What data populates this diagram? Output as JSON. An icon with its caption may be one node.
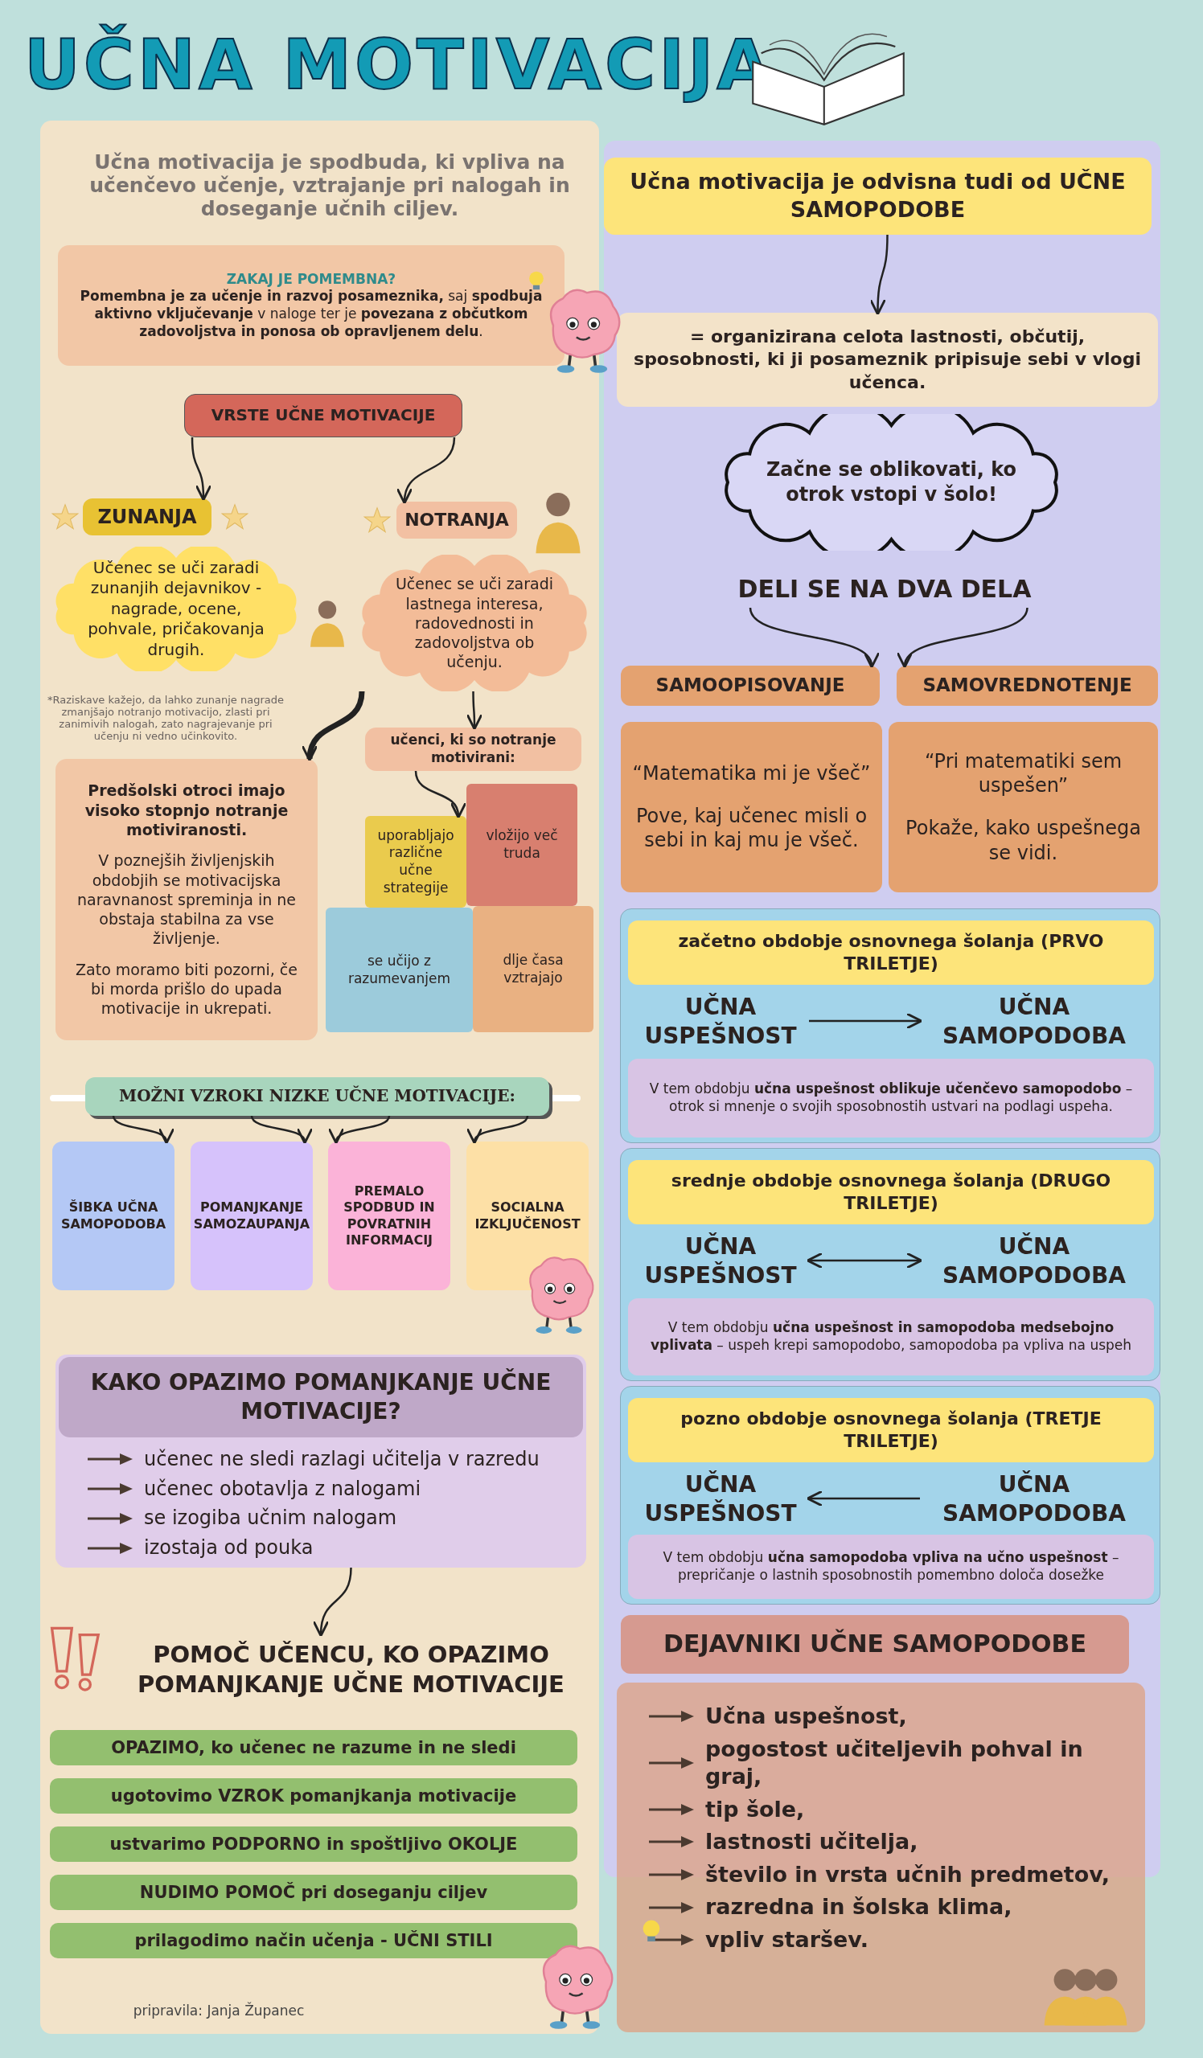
{
  "diagram": {
    "title": "UČNA MOTIVACIJA",
    "nodes": [
      {
        "text": [
          "ZAKAJ JE POMEMBNA?",
          "**Pomembna je za učenje in razvoj posameznika,** saj **spodbuja aktivno vključevanje** v naloge ter je **povezana z občutkom zadovoljstva in ponosa ob opravljenem delu**."
        ]
      },
      {
        "text": [
          "VRSTE UČNE MOTIVACIJE"
        ]
      },
      {
        "text": [
          "ZUNANJA"
        ]
      },
      {
        "text": [
          "NOTRANJA"
        ]
      },
      {
        "text": [
          "Učenec se uči zaradi zunanjih dejavnikov - nagrade, ocene, pohvale, pričakovanja drugih."
        ]
      },
      {
        "text": [
          "Učenec se uči zaradi lastnega interesa, radovednosti in zadovoljstva ob učenju."
        ]
      },
      {
        "text": [
          "učenci, ki so notranje motivirani:"
        ]
      },
      {
        "text": [
          "uporabljajo različne učne strategije"
        ]
      },
      {
        "text": [
          "vložijo več truda"
        ]
      },
      {
        "text": [
          "se učijo z razumevanjem"
        ]
      },
      {
        "text": [
          "dlje časa vztrajajo"
        ]
      },
      {
        "text": [
          "Predšolski otroci imajo visoko stopnjo notranje motiviranosti.",
          "V poznejših življenjskih obdobjih se motivacijska naravnanost spreminja in ne obstaja stabilna za vse življenje.",
          "Zato moramo biti pozorni, če bi morda prišlo do upada motivacije in ukrepati."
        ]
      },
      {
        "text": [
          "MOŽNI VZROKI NIZKE UČNE MOTIVACIJE:"
        ]
      },
      {
        "text": [
          "ŠIBKA UČNA SAMOPODOBA"
        ]
      },
      {
        "text": [
          "POMANJKANJE SAMOZAUPANJA"
        ]
      },
      {
        "text": [
          "PREMALO SPODBUD IN POVRATNIH INFORMACIJ"
        ]
      },
      {
        "text": [
          "SOCIALNA IZKLJUČENOST"
        ]
      },
      {
        "text": [
          "učenec ne sledi razlagi učitelja v razredu",
          "učenec obotavlja z nalogami",
          "se izogiba učnim nalogam",
          "izostaja od pouka"
        ]
      },
      {
        "text": [
          "KAKO OPAZIMO POMANJKANJE UČNE MOTIVACIJE?"
        ],
        "in": 17
      },
      {
        "text": [
          "POMOČ UČENCU, KO OPAZIMO POMANJKANJE UČNE MOTIVACIJE"
        ]
      },
      {
        "text": [
          "OPAZIMO, ko učenec ne razume in ne sledi"
        ]
      },
      {
        "text": [
          "ugotovimo VZROK pomanjkanja motivacije"
        ]
      },
      {
        "text": [
          "ustvarimo PODPORNO in spoštljivo OKOLJE"
        ]
      },
      {
        "text": [
          "NUDIMO POMOČ pri doseganju ciljev"
        ]
      },
      {
        "text": [
          "prilagodimo način učenja - UČNI STILI"
        ]
      },
      {
        "text": [
          "Učna motivacija je odvisna tudi od UČNE SAMOPODOBE"
        ]
      },
      {
        "text": [
          "= organizirana celota lastnosti, občutij, sposobnosti, ki ji posameznik pripisuje sebi v vlogi učenca."
        ]
      },
      {
        "text": [
          "Začne se oblikovati, ko otrok vstopi v šolo!"
        ]
      },
      {
        "text": [
          "DELI SE NA DVA DELA"
        ]
      },
      {
        "text": [
          "SAMOOPISOVANJE"
        ]
      },
      {
        "text": [
          "SAMOVREDNOTENJE"
        ]
      },
      {
        "text": [
          "“Matematika mi je všeč”",
          "Pove, kaj učenec misli o sebi in kaj mu je všeč."
        ]
      },
      {
        "text": [
          "“Pri matematiki sem uspešen”",
          "Pokaže, kako uspešnega se vidi."
        ]
      },
      {
        "text": [],
        "shape": "box"
      },
      {
        "text": [
          "začetno obdobje osnovnega šolanja (PRVO TRILETJE)"
        ],
        "in": 33
      },
      {
        "text": [
          "UČNA USPEŠNOST"
        ],
        "in": 33
      },
      {
        "text": [
          "UČNA SAMOPODOBA"
        ],
        "in": 33
      },
      {
        "text": [
          "V tem obdobju **učna uspešnost oblikuje učenčevo samopodobo** – otrok si mnenje o svojih sposobnostih ustvari na podlagi uspeha."
        ],
        "in": 33
      },
      {
        "text": [],
        "shape": "box"
      },
      {
        "text": [
          "srednje obdobje osnovnega šolanja (DRUGO TRILETJE)"
        ],
        "in": 38
      },
      {
        "text": [
          "UČNA USPEŠNOST"
        ],
        "in": 38
      },
      {
        "text": [
          "UČNA SAMOPODOBA"
        ],
        "in": 38
      },
      {
        "text": [
          "V tem obdobju **učna uspešnost in samopodoba medsebojno vplivata** – uspeh krepi samopodobo, samopodoba pa vpliva na uspeh"
        ],
        "in": 38
      },
      {
        "text": [],
        "shape": "box"
      },
      {
        "text": [
          "pozno obdobje osnovnega šolanja (TRETJE TRILETJE)"
        ],
        "in": 43
      },
      {
        "text": [
          "UČNA USPEŠNOST"
        ],
        "in": 43
      },
      {
        "text": [
          "UČNA SAMOPODOBA"
        ],
        "in": 43
      },
      {
        "text": [
          "V tem obdobju **učna samopodoba vpliva na učno uspešnost** – prepričanje o lastnih sposobnostih pomembno določa dosežke"
        ],
        "in": 43
      },
      {
        "text": [
          "DEJAVNIKI UČNE SAMOPODOBE"
        ]
      },
      {
        "text": [
          "Učna uspešnost,",
          "pogostost učiteljevih pohval in graj,",
          "tip šole,",
          "lastnosti učitelja,",
          "število in vrsta učnih predmetov,",
          "razredna in šolska klima,",
          "vpliv staršev."
        ]
      }
    ],
    "edges": [
      {
        "from": 1,
        "to": 2,
        "arrow": "to"
      },
      {
        "from": 1,
        "to": 3,
        "arrow": "to"
      },
      {
        "from": 5,
        "to": 6,
        "arrow": "to"
      },
      {
        "from": 5,
        "to": 11,
        "arrow": "to",
        "style": "thick"
      },
      {
        "from": 6,
        "to": 7,
        "arrow": "to"
      },
      {
        "from": 12,
        "to": 13,
        "arrow": "to"
      },
      {
        "from": 12,
        "to": 14,
        "arrow": "to"
      },
      {
        "from": 12,
        "to": 15,
        "arrow": "to"
      },
      {
        "from": 12,
        "to": 16,
        "arrow": "to"
      },
      {
        "from": 17,
        "to": 19,
        "arrow": "to"
      },
      {
        "from": 25,
        "to": 26,
        "arrow": "to"
      },
      {
        "from": 28,
        "to": 29,
        "arrow": "to"
      },
      {
        "from": 28,
        "to": 30,
        "arrow": "to"
      },
      {
        "from": 35,
        "to": 36,
        "arrow": "to"
      },
      {
        "from": 40,
        "to": 41,
        "arrow": "both"
      },
      {
        "from": 46,
        "to": 45,
        "arrow": "to"
      }
    ],
    "labels": [
      "Učna motivacija je spodbuda, ki vpliva na učenčevo učenje, vztrajanje pri nalogah in doseganje učnih ciljev.",
      "*Raziskave kažejo, da lahko zunanje nagrade zmanjšajo notranjo motivacijo, zlasti pri zanimivih nalogah, zato nagrajevanje pri učenju ni vedno učinkovito.",
      "pripravila: Janja Županec"
    ]
  }
}
